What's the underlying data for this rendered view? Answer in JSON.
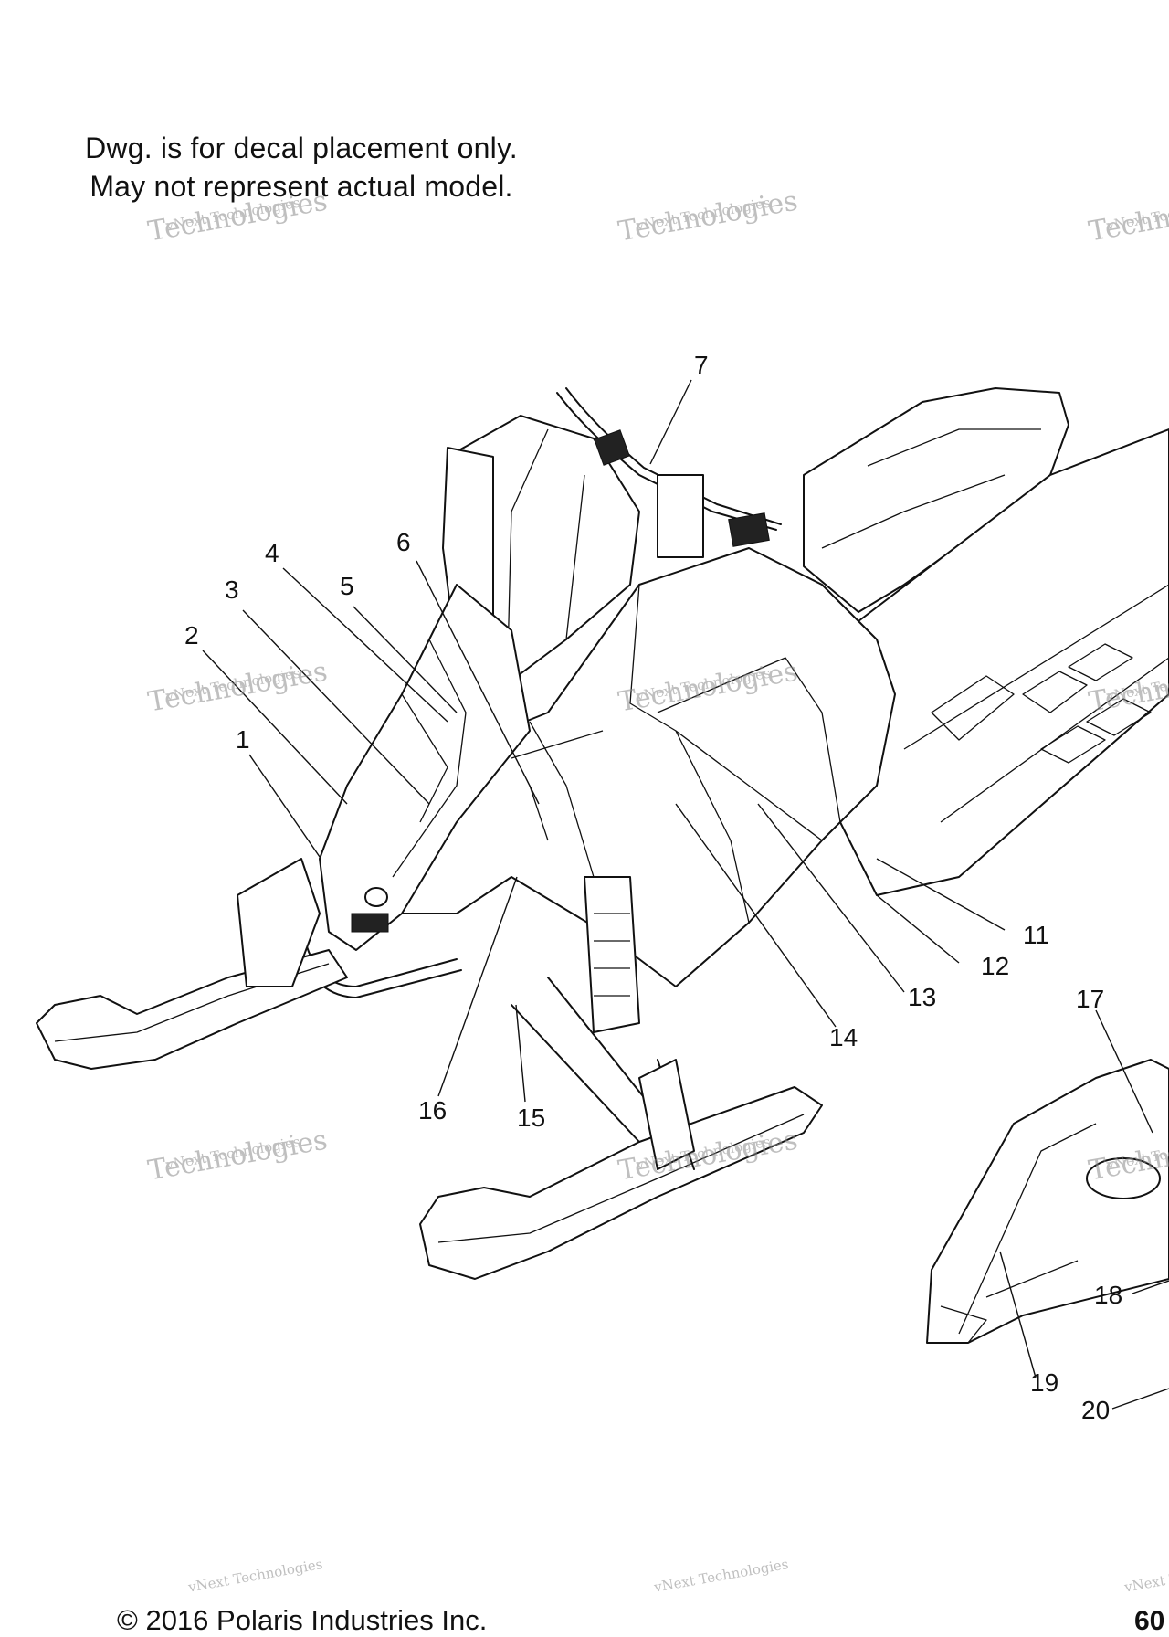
{
  "notes": {
    "line1": "Dwg. is for decal placement only.",
    "line2": "May not represent actual model."
  },
  "copyright": "© 2016 Polaris Industries Inc.",
  "page_number": "60",
  "watermark": "vNext Technologies",
  "callouts": [
    "1",
    "2",
    "3",
    "4",
    "5",
    "6",
    "7",
    "11",
    "12",
    "13",
    "14",
    "15",
    "16",
    "17",
    "18",
    "19",
    "20"
  ]
}
